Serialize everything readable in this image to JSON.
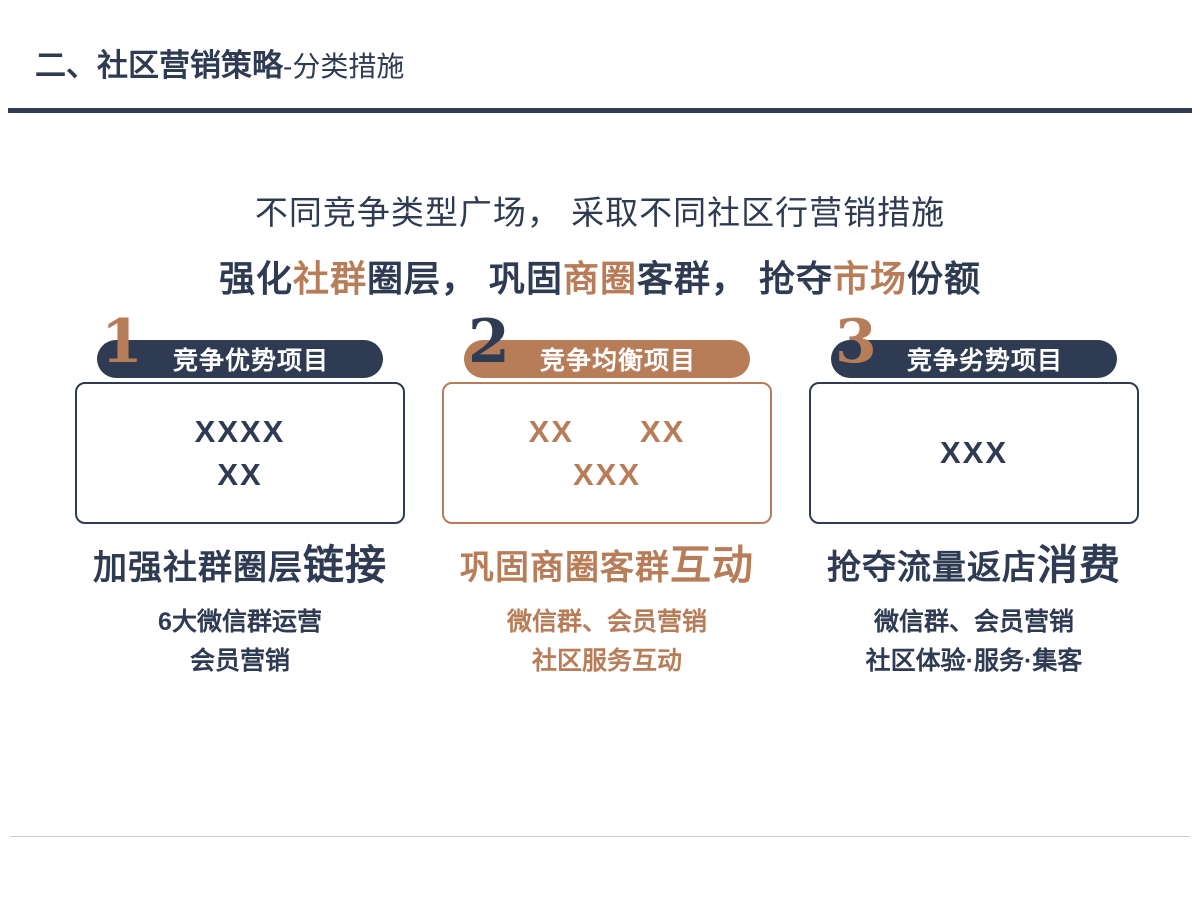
{
  "colors": {
    "navy": "#2f3b52",
    "copper": "#b77c58",
    "divider": "#cccccc"
  },
  "header": {
    "segments": [
      {
        "text": "二、社区营销策略",
        "cls": "strong"
      },
      {
        "text": "-分类措施",
        "cls": "light"
      }
    ]
  },
  "intro": {
    "line1": "不同竞争类型广场， 采取不同社区行营销措施",
    "line2_segments": [
      {
        "text": "强化",
        "cls": "navy"
      },
      {
        "text": "社群",
        "cls": "copper"
      },
      {
        "text": "圈层， 巩固",
        "cls": "navy"
      },
      {
        "text": "商圈",
        "cls": "copper"
      },
      {
        "text": "客群， 抢夺",
        "cls": "navy"
      },
      {
        "text": "市场",
        "cls": "copper"
      },
      {
        "text": "份额",
        "cls": "navy"
      }
    ]
  },
  "columns": [
    {
      "number": "1",
      "number_color": "copper",
      "pill_label": "竞争优势项目",
      "pill_color": "navy",
      "box_border_color": "navy",
      "box_text_color": "navy",
      "box_lines": [
        "XXXX",
        "XX"
      ],
      "heading_color": "navy",
      "heading_segments": [
        {
          "text": "加强社群圈层",
          "cls": ""
        },
        {
          "text": "链接",
          "cls": "em"
        }
      ],
      "sub_color": "navy",
      "sub_lines": [
        "6大微信群运营",
        "会员营销"
      ]
    },
    {
      "number": "2",
      "number_color": "navy",
      "pill_label": "竞争均衡项目",
      "pill_color": "copper",
      "box_border_color": "copper",
      "box_text_color": "copper",
      "box_lines": [
        "XX　　XX",
        "XXX"
      ],
      "heading_color": "copper",
      "heading_segments": [
        {
          "text": "巩固商圈客群",
          "cls": ""
        },
        {
          "text": "互动",
          "cls": "em"
        }
      ],
      "sub_color": "copper",
      "sub_lines": [
        "微信群、会员营销",
        "社区服务互动"
      ]
    },
    {
      "number": "3",
      "number_color": "copper",
      "pill_label": "竞争劣势项目",
      "pill_color": "navy",
      "box_border_color": "navy",
      "box_text_color": "navy",
      "box_lines": [
        "XXX"
      ],
      "heading_color": "navy",
      "heading_segments": [
        {
          "text": "抢夺流量返店",
          "cls": ""
        },
        {
          "text": "消费",
          "cls": "em"
        }
      ],
      "sub_color": "navy",
      "sub_lines": [
        "微信群、会员营销",
        "社区体验·服务·集客"
      ]
    }
  ]
}
